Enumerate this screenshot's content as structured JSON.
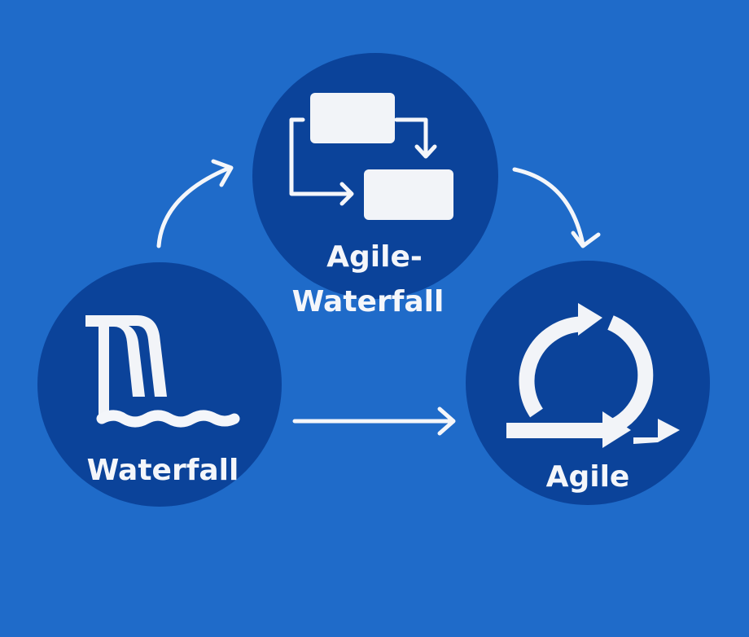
{
  "diagram": {
    "nodes": [
      {
        "id": "waterfall",
        "label": "Waterfall",
        "icon": "waterfall-icon"
      },
      {
        "id": "hybrid",
        "label_line1": "Agile-",
        "label_line2": "Waterfall",
        "icon": "flowchart-icon"
      },
      {
        "id": "agile",
        "label": "Agile",
        "icon": "iteration-cycle-icon"
      }
    ],
    "edges": [
      {
        "from": "waterfall",
        "to": "hybrid"
      },
      {
        "from": "hybrid",
        "to": "agile"
      },
      {
        "from": "waterfall",
        "to": "agile"
      }
    ],
    "colors": {
      "background": "#1f6bc9",
      "circle": "#0b439a",
      "foreground": "#f4f6fa"
    }
  }
}
